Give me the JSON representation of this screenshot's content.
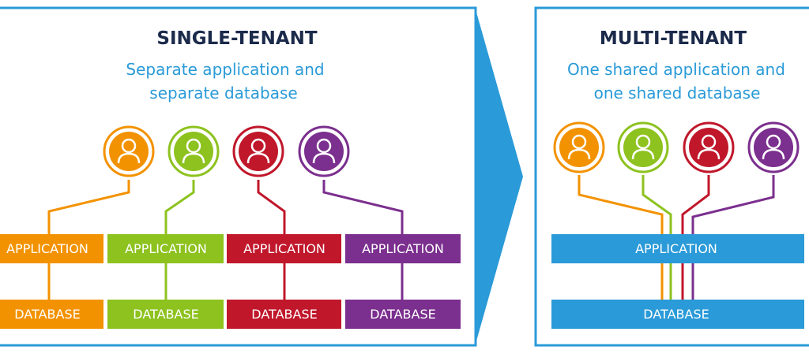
{
  "colors": {
    "blue": "#2a9ad8",
    "orange": "#f39200",
    "green": "#8dc21f",
    "red": "#c0172b",
    "purple": "#7b2f8e",
    "title": "#1b2a4a"
  },
  "single": {
    "title": "SINGLE-TENANT",
    "subtitle_line1": "Separate application and",
    "subtitle_line2": "separate database",
    "app_label": "APPLICATION",
    "db_label": "DATABASE"
  },
  "multi": {
    "title": "MULTI-TENANT",
    "subtitle_line1": "One shared application and",
    "subtitle_line2": "one shared database",
    "app_label": "APPLICATION",
    "db_label": "DATABASE"
  },
  "icons": {
    "user": "user-icon",
    "arrow": "arrow-right-icon"
  }
}
